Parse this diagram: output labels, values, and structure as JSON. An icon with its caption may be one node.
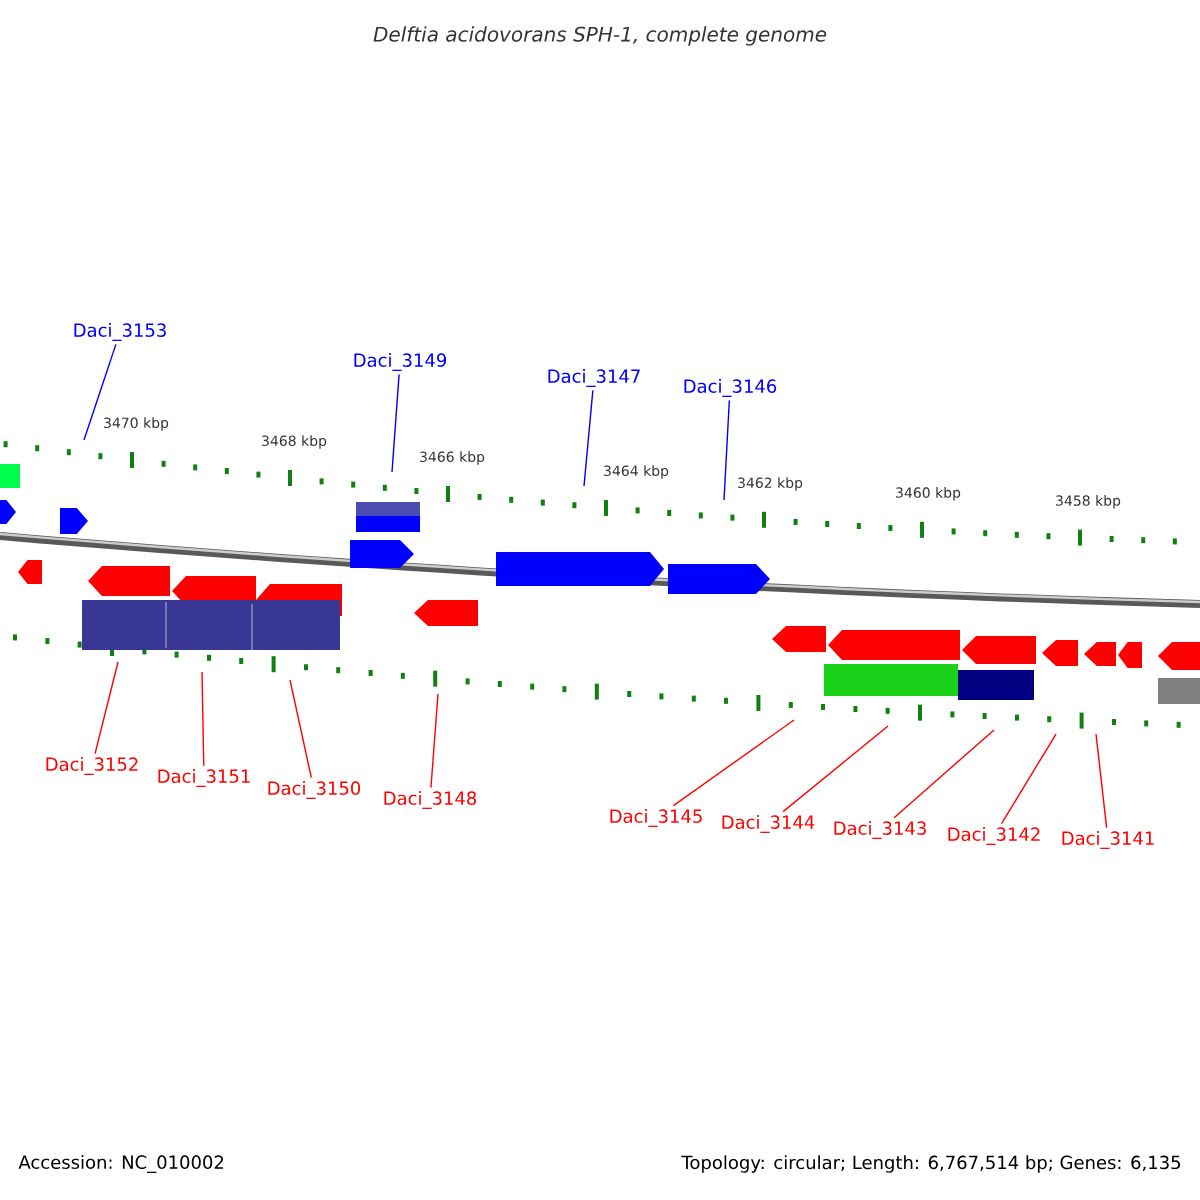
{
  "diagram": {
    "title": "Delftia acidovorans SPH-1, complete genome",
    "nodes": [
      {
        "text": [
          "Daci_3153"
        ]
      },
      {
        "text": [
          "Daci_3149"
        ]
      },
      {
        "text": [
          "Daci_3147"
        ]
      },
      {
        "text": [
          "Daci_3146"
        ]
      },
      {
        "text": [
          "Daci_3152"
        ]
      },
      {
        "text": [
          "Daci_3151"
        ]
      },
      {
        "text": [
          "Daci_3150"
        ]
      },
      {
        "text": [
          "Daci_3148"
        ]
      },
      {
        "text": [
          "Daci_3145"
        ]
      },
      {
        "text": [
          "Daci_3144"
        ]
      },
      {
        "text": [
          "Daci_3143"
        ]
      },
      {
        "text": [
          "Daci_3142"
        ]
      },
      {
        "text": [
          "Daci_3141"
        ]
      }
    ],
    "edges": [
      {
        "from": 0,
        "to": null,
        "arrow": "none",
        "color": "#0000ff"
      },
      {
        "from": 1,
        "to": null,
        "arrow": "none",
        "color": "#0000ff"
      },
      {
        "from": 2,
        "to": null,
        "arrow": "none",
        "color": "#0000ff"
      },
      {
        "from": 3,
        "to": null,
        "arrow": "none",
        "color": "#0000ff"
      },
      {
        "from": 4,
        "to": null,
        "arrow": "none"
      },
      {
        "from": 5,
        "to": null,
        "arrow": "none"
      },
      {
        "from": 6,
        "to": null,
        "arrow": "none"
      },
      {
        "from": 7,
        "to": null,
        "arrow": "none"
      },
      {
        "from": 8,
        "to": null,
        "arrow": "none"
      },
      {
        "from": 9,
        "to": null,
        "arrow": "none"
      },
      {
        "from": 10,
        "to": null,
        "arrow": "none"
      },
      {
        "from": 11,
        "to": null,
        "arrow": "none"
      },
      {
        "from": 12,
        "to": null,
        "arrow": "none"
      }
    ],
    "labels": [
      "3470 kbp",
      "3468 kbp",
      "3466 kbp",
      "3464 kbp",
      "3462 kbp",
      "3460 kbp",
      "3458 kbp",
      "Accession: NC_010002",
      "Topology: circular; Length: 6,767,514 bp; Genes: 6,135"
    ]
  }
}
